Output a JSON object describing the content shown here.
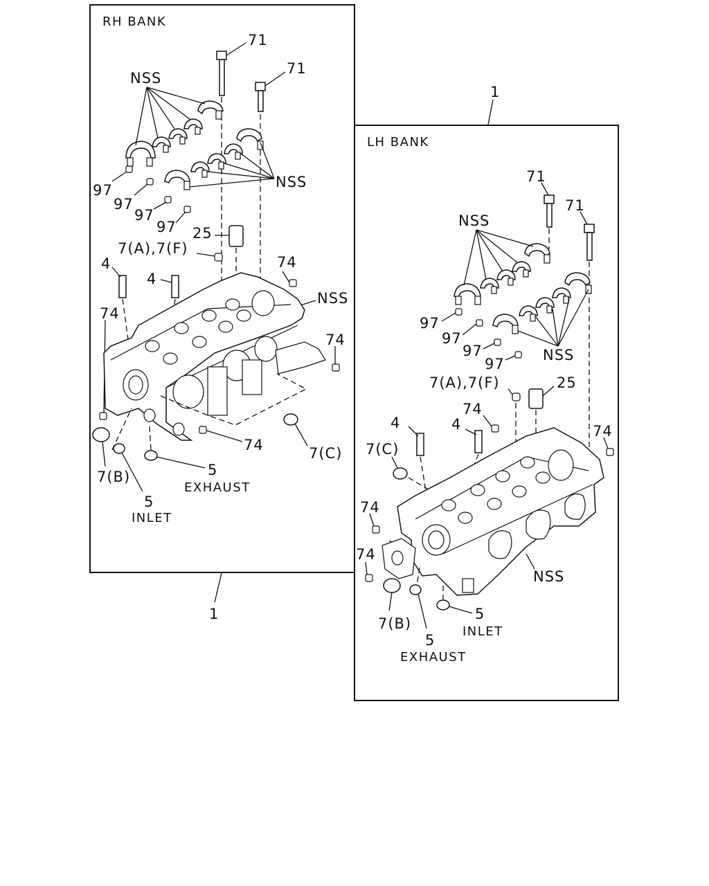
{
  "rh_bank": {
    "title": "RH BANK",
    "labels": {
      "bolt_a": "71",
      "bolt_b": "71",
      "nss_caps": "NSS",
      "nss_caps_lower": "NSS",
      "nss_head": "NSS",
      "dowel_1": "97",
      "dowel_2": "97",
      "dowel_3": "97",
      "dowel_4": "97",
      "seal_25": "25",
      "plug_7af": "7(A),7(F)",
      "stud_1": "4",
      "stud_2": "4",
      "nut_1": "74",
      "nut_2": "74",
      "nut_3": "74",
      "nut_4": "74",
      "plug_7c": "7(C)",
      "plug_7b": "7(B)",
      "seal_5_exh": "5",
      "exhaust": "EXHAUST",
      "seal_5_in": "5",
      "inlet": "INLET",
      "assembly": "1"
    }
  },
  "lh_bank": {
    "title": "LH BANK",
    "labels": {
      "bolt_a": "71",
      "bolt_b": "71",
      "nss_caps": "NSS",
      "nss_caps_lower": "NSS",
      "nss_head": "NSS",
      "dowel_1": "97",
      "dowel_2": "97",
      "dowel_3": "97",
      "dowel_4": "97",
      "seal_25": "25",
      "plug_7af": "7(A),7(F)",
      "stud_1": "4",
      "stud_2": "4",
      "nut_1": "74",
      "nut_2": "74",
      "nut_3": "74",
      "nut_4": "74",
      "plug_7c": "7(C)",
      "plug_7b": "7(B)",
      "seal_5_in": "5",
      "inlet": "INLET",
      "seal_5_exh": "5",
      "exhaust": "EXHAUST",
      "assembly": "1"
    }
  }
}
